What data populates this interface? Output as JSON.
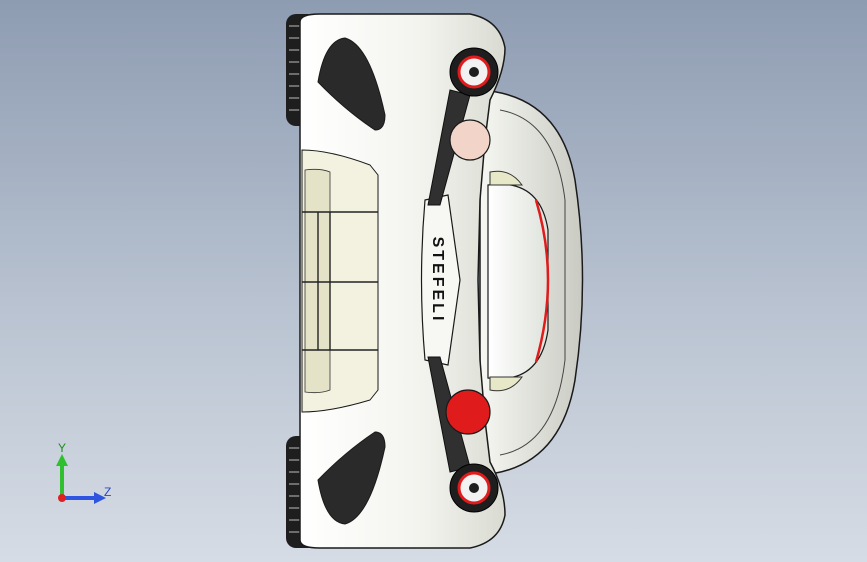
{
  "model": {
    "badge_text": "STEFELI",
    "body_color": "#f2f2ec",
    "outline_color": "#1a1a1a",
    "tire_color": "#1e1e1e",
    "accent_red": "#e01b1b",
    "glass_color": "#e9ece6"
  },
  "triad": {
    "y_label": "Y",
    "z_label": "Z",
    "y_color": "#2fbf2f",
    "z_color": "#2f55e0",
    "origin_color": "#e02020"
  }
}
